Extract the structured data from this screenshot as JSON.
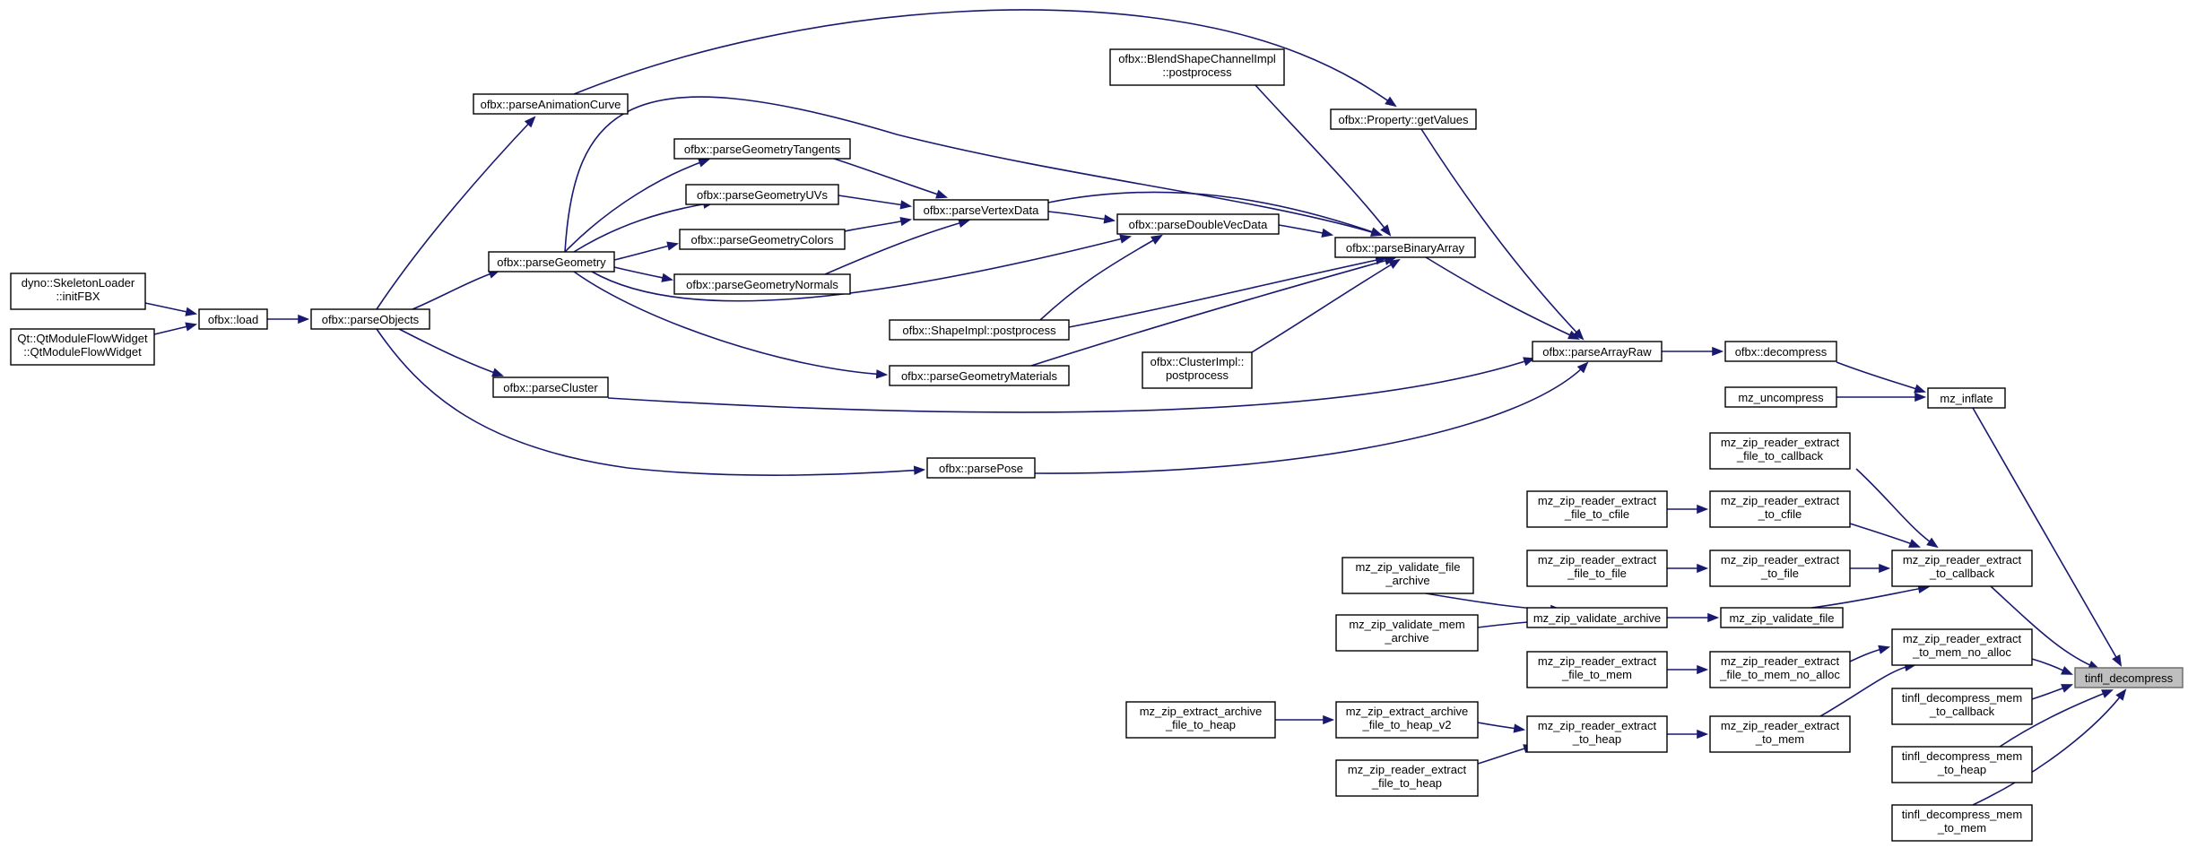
{
  "graph": {
    "root": "tinfl_decompress",
    "colors": {
      "edge": "#191970",
      "node_border": "#000000",
      "root_fill": "#bfbfbf",
      "root_border": "#666666"
    },
    "nodes": {
      "skeletonloader": [
        "dyno::SkeletonLoader",
        "::initFBX"
      ],
      "qtmodule": [
        "Qt::QtModuleFlowWidget",
        "::QtModuleFlowWidget"
      ],
      "load": [
        "ofbx::load"
      ],
      "parseobjects": [
        "ofbx::parseObjects"
      ],
      "parseanimcurve": [
        "ofbx::parseAnimationCurve"
      ],
      "parsegeometry": [
        "ofbx::parseGeometry"
      ],
      "parsecluster": [
        "ofbx::parseCluster"
      ],
      "parsepose": [
        "ofbx::parsePose"
      ],
      "geomtangents": [
        "ofbx::parseGeometryTangents"
      ],
      "geomuvs": [
        "ofbx::parseGeometryUVs"
      ],
      "geomcolors": [
        "ofbx::parseGeometryColors"
      ],
      "geomnormals": [
        "ofbx::parseGeometryNormals"
      ],
      "geommaterials": [
        "ofbx::parseGeometryMaterials"
      ],
      "vertexdata": [
        "ofbx::parseVertexData"
      ],
      "doublevecdata": [
        "ofbx::parseDoubleVecData"
      ],
      "shapeimpl": [
        "ofbx::ShapeImpl::postprocess"
      ],
      "blendshape": [
        "ofbx::BlendShapeChannelImpl",
        "::postprocess"
      ],
      "clusterimpl": [
        "ofbx::ClusterImpl::",
        "postprocess"
      ],
      "getvalues": [
        "ofbx::Property::getValues"
      ],
      "binaryarray": [
        "ofbx::parseBinaryArray"
      ],
      "arrayraw": [
        "ofbx::parseArrayRaw"
      ],
      "ofbxdecompress": [
        "ofbx::decompress"
      ],
      "uncompress": [
        "mz_uncompress"
      ],
      "inflate": [
        "mz_inflate"
      ],
      "e_file_cb": [
        "mz_zip_reader_extract",
        "_file_to_callback"
      ],
      "e_file_cfile": [
        "mz_zip_reader_extract",
        "_file_to_cfile"
      ],
      "e_to_cfile": [
        "mz_zip_reader_extract",
        "_to_cfile"
      ],
      "e_file_file": [
        "mz_zip_reader_extract",
        "_file_to_file"
      ],
      "e_to_file": [
        "mz_zip_reader_extract",
        "_to_file"
      ],
      "e_to_cb": [
        "mz_zip_reader_extract",
        "_to_callback"
      ],
      "v_file_archive": [
        "mz_zip_validate_file",
        "_archive"
      ],
      "v_mem_archive": [
        "mz_zip_validate_mem",
        "_archive"
      ],
      "v_archive": [
        "mz_zip_validate_archive"
      ],
      "v_file": [
        "mz_zip_validate_file"
      ],
      "e_file_mem": [
        "mz_zip_reader_extract",
        "_file_to_mem"
      ],
      "e_file_mem_na": [
        "mz_zip_reader_extract",
        "_file_to_mem_no_alloc"
      ],
      "e_mem_na": [
        "mz_zip_reader_extract",
        "_to_mem_no_alloc"
      ],
      "x_arch_heap": [
        "mz_zip_extract_archive",
        "_file_to_heap"
      ],
      "x_arch_heap_v2": [
        "mz_zip_extract_archive",
        "_file_to_heap_v2"
      ],
      "e_file_heap": [
        "mz_zip_reader_extract",
        "_file_to_heap"
      ],
      "e_to_heap": [
        "mz_zip_reader_extract",
        "_to_heap"
      ],
      "e_to_mem": [
        "mz_zip_reader_extract",
        "_to_mem"
      ],
      "dm_cb": [
        "tinfl_decompress_mem",
        "_to_callback"
      ],
      "dm_heap": [
        "tinfl_decompress_mem",
        "_to_heap"
      ],
      "dm_mem": [
        "tinfl_decompress_mem",
        "_to_mem"
      ],
      "tinfl": [
        "tinfl_decompress"
      ]
    }
  }
}
